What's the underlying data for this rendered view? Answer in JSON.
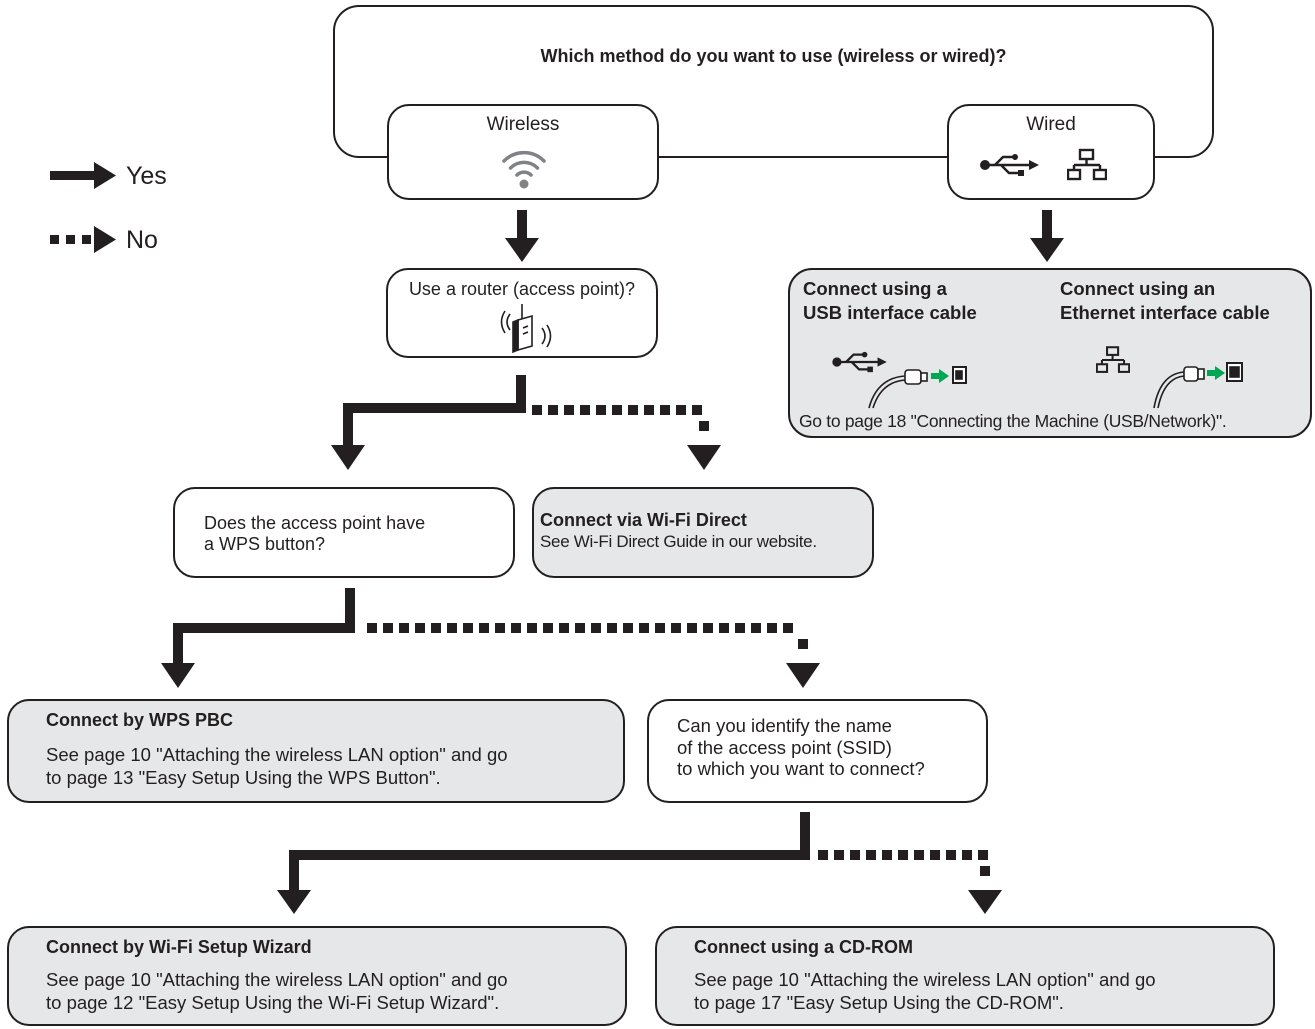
{
  "legend": {
    "yes": "Yes",
    "no": "No"
  },
  "question_method": "Which method do you want to use (wireless or wired)?",
  "wireless": {
    "label": "Wireless"
  },
  "wired": {
    "label": "Wired"
  },
  "router_question": "Use a router (access point)?",
  "wps_question": "Does the access point have\na WPS button?",
  "ssid_question": "Can you identify the name\nof the access point (SSID)\nto which you want to connect?",
  "wifi_direct": {
    "title": "Connect via Wi-Fi Direct",
    "desc": "See Wi-Fi Direct Guide in our website."
  },
  "wired_result": {
    "usb_title": "Connect using a\nUSB interface cable",
    "ethernet_title": "Connect using an\nEthernet interface cable",
    "desc": "Go to page 18 \"Connecting the Machine (USB/Network)\"."
  },
  "wps_pbc": {
    "title": "Connect by WPS PBC",
    "desc": "See page 10 \"Attaching the wireless LAN option\" and go\nto page 13 \"Easy Setup Using the WPS Button\"."
  },
  "wizard": {
    "title": "Connect by Wi-Fi Setup Wizard",
    "desc": "See page 10 \"Attaching the wireless LAN option\" and go\nto page 12 \"Easy Setup Using the Wi-Fi Setup Wizard\"."
  },
  "cdrom": {
    "title": "Connect using a CD-ROM",
    "desc": "See page 10 \"Attaching the wireless LAN option\" and go\nto page 17 \"Easy Setup Using the CD-ROM\"."
  },
  "colors": {
    "ink": "#231f20",
    "result_fill": "#e6e7e8",
    "accent_green": "#00a651",
    "wifi_grey": "#808285"
  }
}
